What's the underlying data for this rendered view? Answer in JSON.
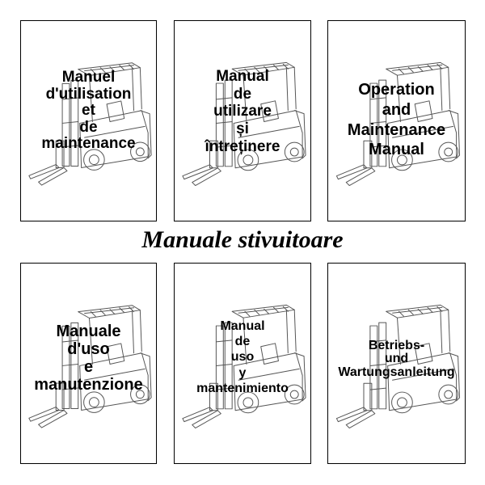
{
  "title": "Manuale stivuitoare",
  "covers": [
    {
      "lines": [
        "Manuel",
        "d'utilisation",
        "et",
        "de",
        "maintenance"
      ]
    },
    {
      "lines": [
        "Manual",
        "de",
        "utilizare",
        "și",
        "întreținere"
      ]
    },
    {
      "lines": [
        "Operation",
        "and",
        "Maintenance",
        "Manual"
      ]
    },
    {
      "lines": [
        "Manuale",
        "d'uso",
        "e",
        "manutenzione"
      ]
    },
    {
      "lines": [
        "Manual",
        "de",
        "uso",
        "y",
        "mantenimiento"
      ]
    },
    {
      "lines": [
        "Betriebs-",
        "und",
        "Wartungsanleitung"
      ]
    }
  ],
  "colors": {
    "border": "#000000",
    "text": "#000000",
    "lineart": "#555555"
  },
  "icons": {
    "cover_illustration": "forklift-icon"
  }
}
